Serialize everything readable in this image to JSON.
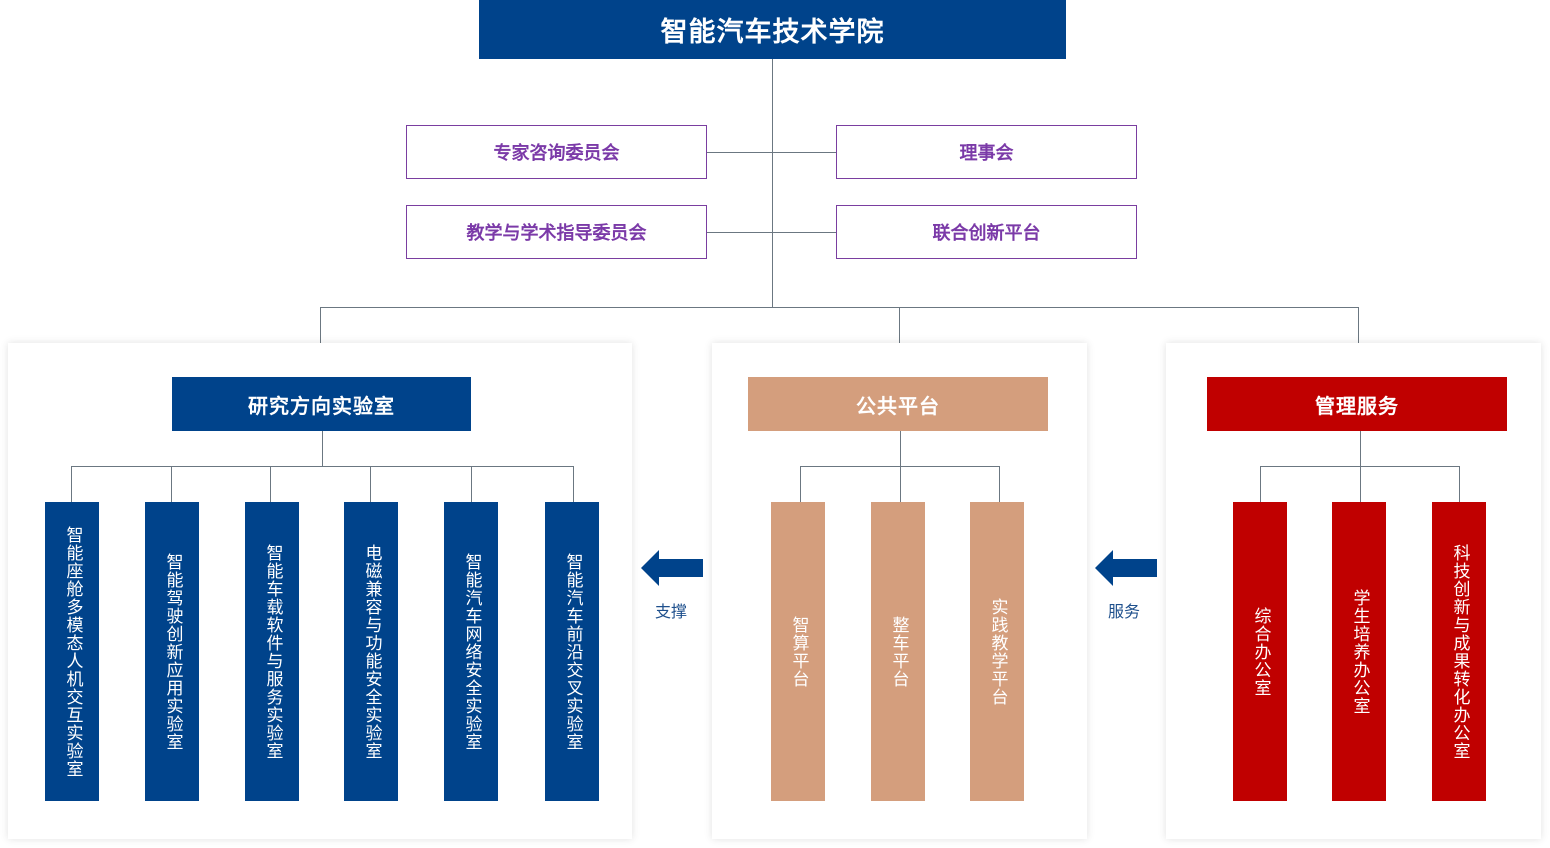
{
  "title": "智能汽车技术学院",
  "councils": {
    "left": [
      "专家咨询委员会",
      "教学与学术指导委员会"
    ],
    "right": [
      "理事会",
      "联合创新平台"
    ]
  },
  "sections": [
    {
      "title": "研究方向实验室",
      "color": "#00438b",
      "items": [
        "智能座舱多模态人机交互实验室",
        "智能驾驶创新应用实验室",
        "智能车载软件与服务实验室",
        "电磁兼容与功能安全实验室",
        "智能汽车网络安全实验室",
        "智能汽车前沿交叉实验室"
      ]
    },
    {
      "title": "公共平台",
      "color": "#d49e7d",
      "items": [
        "智算平台",
        "整车平台",
        "实践教学平台"
      ]
    },
    {
      "title": "管理服务",
      "color": "#c00000",
      "items": [
        "综合办公室",
        "学生培养办公室",
        "科技创新与成果转化办公室"
      ]
    }
  ],
  "arrows": [
    {
      "label": "支撑",
      "icon": "arrow-left-icon"
    },
    {
      "label": "服务",
      "icon": "arrow-left-icon"
    }
  ]
}
